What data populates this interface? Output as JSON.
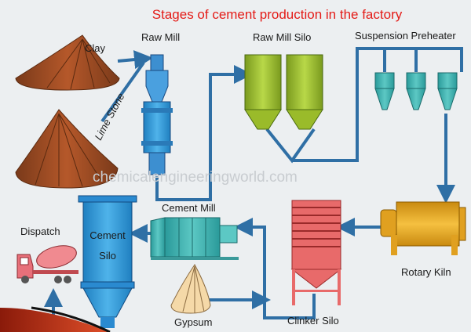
{
  "title": "Stages of cement production in the factory",
  "watermark": "chemicalengineeringworld.com",
  "stages": {
    "clay": "Clay",
    "limestone": "Lime Stone",
    "raw_mill": "Raw Mill",
    "raw_mill_silo": "Raw Mill Silo",
    "suspension_preheater": "Suspension Preheater",
    "rotary_kiln": "Rotary Kiln",
    "clinker_silo": "Clinker Silo",
    "gypsum": "Gypsum",
    "cement_mill": "Cement Mill",
    "cement_silo_line1": "Cement",
    "cement_silo_line2": "Silo",
    "dispatch": "Dispatch"
  },
  "colors": {
    "title": "#e41b17",
    "pipe": "#2f6fa5",
    "background": "#eceff1"
  }
}
